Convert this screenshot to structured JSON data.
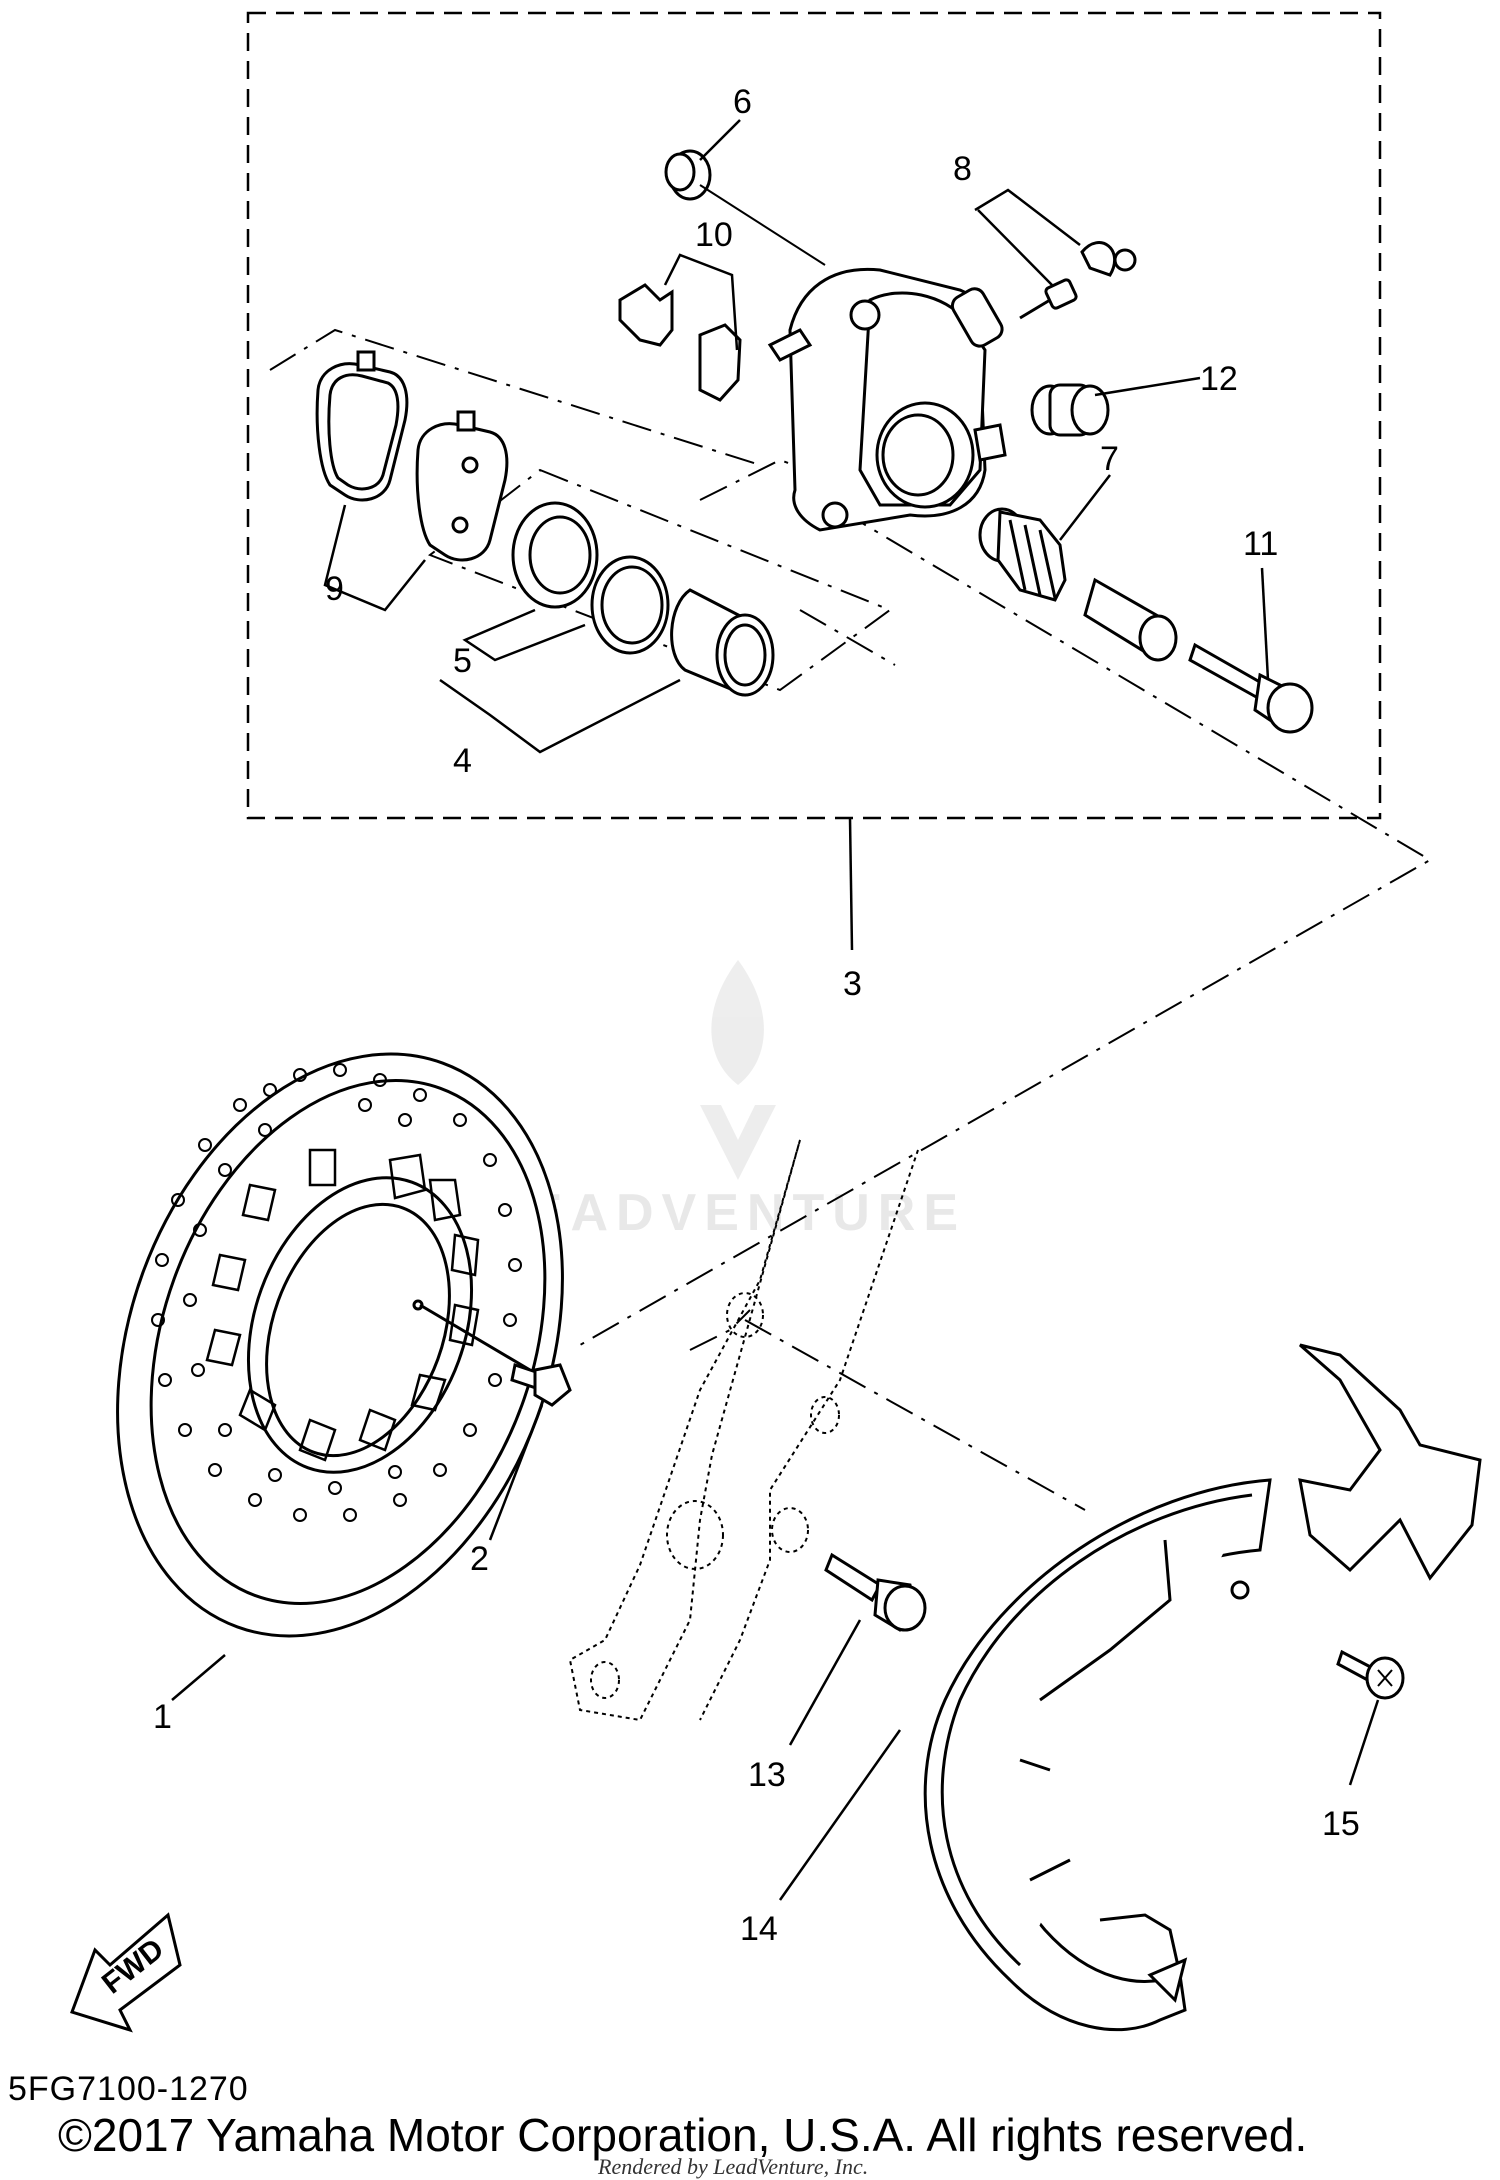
{
  "callouts": {
    "c1": "1",
    "c2": "2",
    "c3": "3",
    "c4": "4",
    "c5": "5",
    "c6": "6",
    "c7": "7",
    "c8": "8",
    "c9": "9",
    "c10": "10",
    "c11": "11",
    "c12": "12",
    "c13": "13",
    "c14": "14",
    "c15": "15"
  },
  "fwd_label": "FWD",
  "watermark": "LEADVENTURE",
  "part_code": "5FG7100-1270",
  "copyright": "©2017 Yamaha Motor Corporation, U.S.A. All rights reserved.",
  "rendered_by": "Rendered by LeadVenture, Inc."
}
